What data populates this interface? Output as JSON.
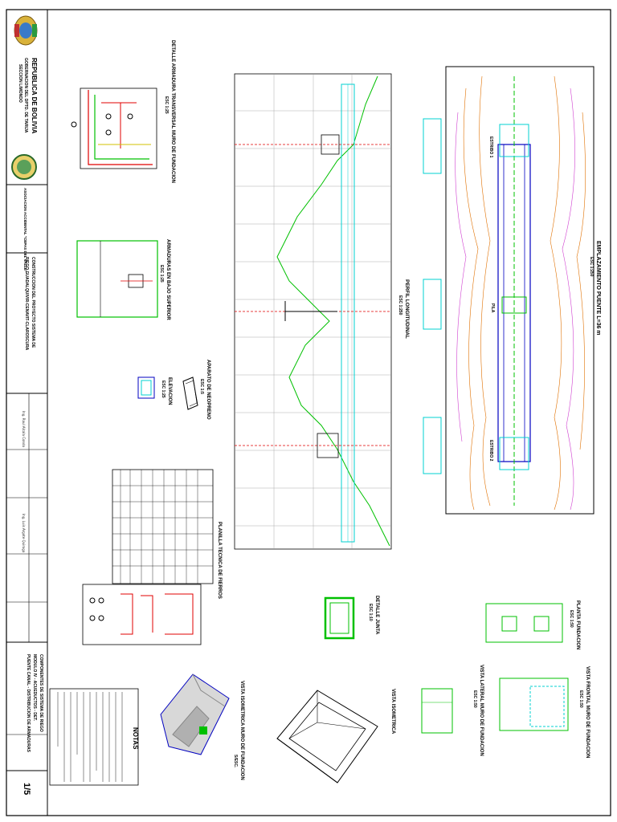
{
  "title_block": {
    "republic": "REPUBLICA DE BOLIVIA",
    "government": "GOBERNACION DEL DPTO. DE TARIJA",
    "section": "SECCION LIMONDO",
    "association": "ASOCIACION ACCIDENTAL \"CEPAS DEL VALLE\"",
    "project_line1": "CONSTRUCCION DEL PROYECTO SISTEMA DE",
    "project_line2": "RIEGO GUADALQUIVIR-CENAVIT-CLAROSCURA",
    "component_line1": "COMPONENTES DE SISTEMA DE RIEGO",
    "component_line2": "MODULO IV - ACUEDUCTOS - DET.",
    "component_line3": "PUENTE CANAL - DISTRIBUCION DE ARMADURAS",
    "sheet_number": "1/5",
    "designer": "Ing. Raul Alcala Condo",
    "reviewer": "Ing. Luis Argote Quiroga"
  },
  "drawings": {
    "armadura_title": "DETALLE ARMADURA TRANSVERSAL MURO DE FUNDACION",
    "armadura_scale": "ESC 1:25",
    "bajo_title": "ARMADURAS EN BAJO SUPERIOR",
    "bajo_scale": "ESC 1:25",
    "elevacion_title": "ELEVACION",
    "elevacion_scale": "ESC 1:25",
    "neopreno_title": "APARATO DE NEOPRENO",
    "neopreno_scale": "ESC 1:5",
    "perfil_title": "PERFIL LONGITUDINAL",
    "perfil_scale": "ESC 1:250",
    "emplazamiento_title": "EMPLAZAMIENTO PUENTE L=36 m",
    "emplazamiento_scale": "ESC 1:250",
    "estribo1": "ESTRIBO 1",
    "estribo2": "ESTRIBO 2",
    "pila": "PILA",
    "planilla_title": "PLANILLA TECNICA DE FIERROS",
    "junta_title": "DETALLE JUNTA",
    "junta_scale": "ESC 1:10",
    "planta_title": "PLANTA FUNDACION",
    "planta_scale": "ESC 1:50",
    "frontal_title": "VISTA FRONTAL MURO DE FUNDACION",
    "frontal_scale": "ESC 1:50",
    "lateral_title": "VISTA LATERAL MURO DE FUNDACION",
    "lateral_scale": "ESC 1:50",
    "isometrica_title": "VISTA ISOMETRICA",
    "iso_muro_title": "VISTA ISOMETRICA MURO DE FUNDACION",
    "iso_muro_scale": "S/ESC.",
    "notas_title": "NOTAS"
  },
  "colors": {
    "green": "#00c000",
    "red": "#e00000",
    "cyan": "#00d0d0",
    "blue": "#0000c0",
    "orange": "#e07000"
  }
}
